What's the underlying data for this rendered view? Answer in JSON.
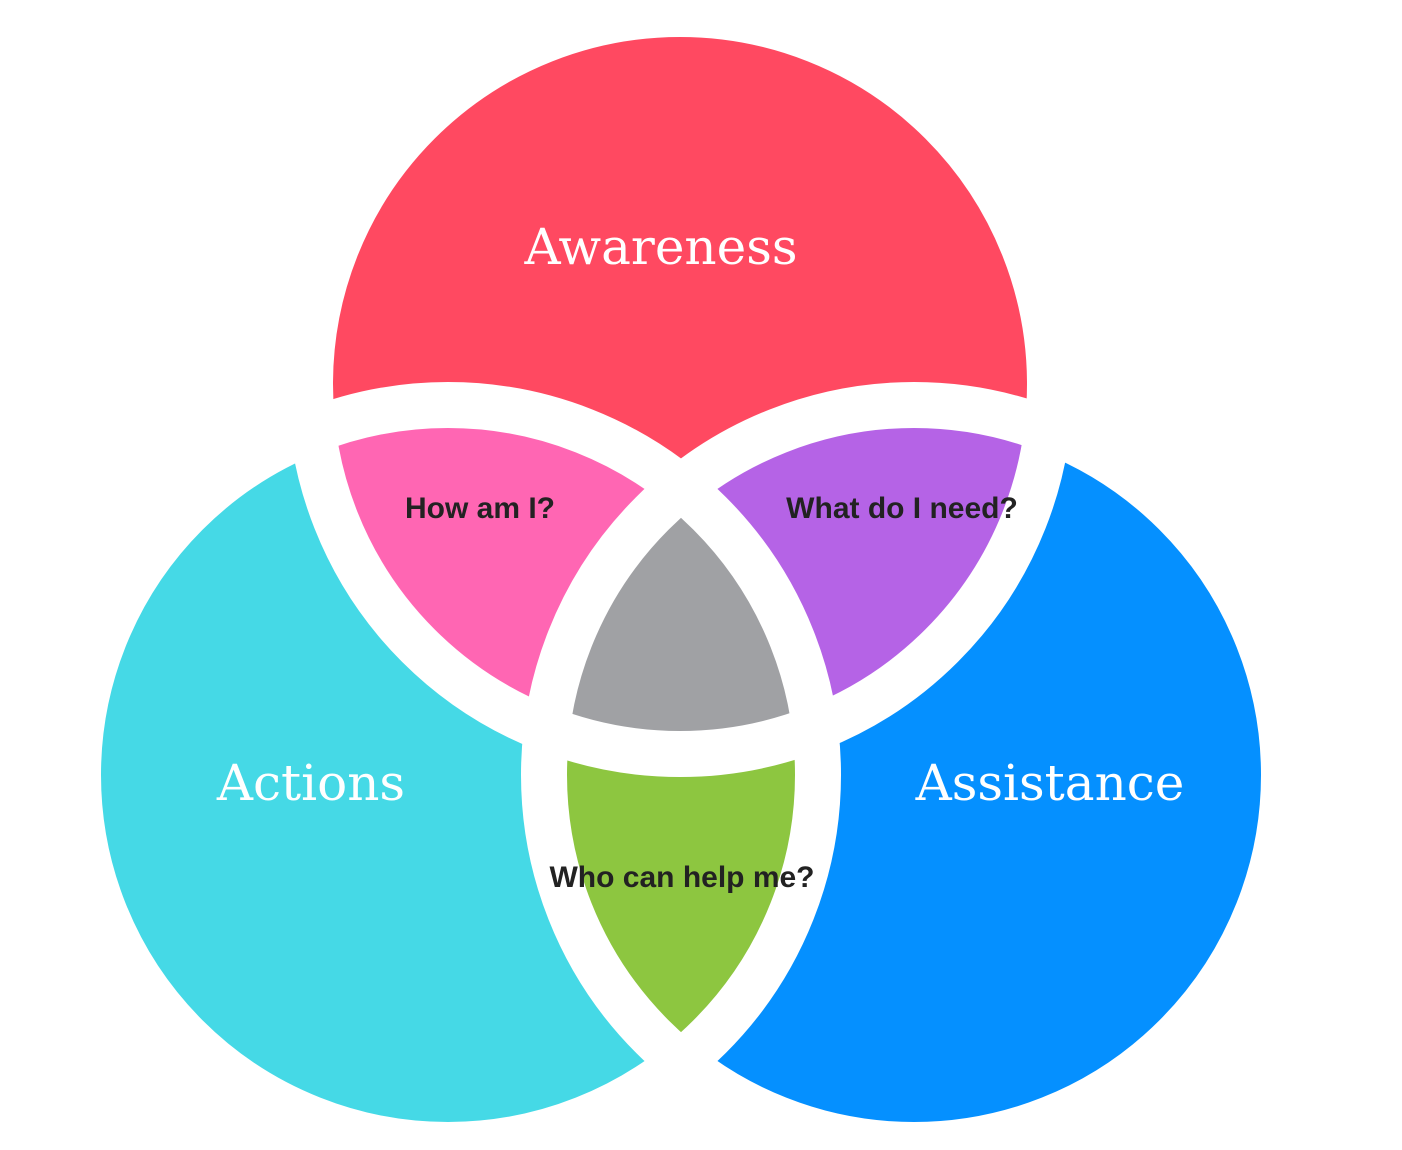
{
  "sets": {
    "awareness": {
      "label": "Awareness",
      "color": "#FF4961"
    },
    "actions": {
      "label": "Actions",
      "color": "#45D9E6"
    },
    "assistance": {
      "label": "Assistance",
      "color": "#0590FF"
    }
  },
  "intersections": {
    "awareness_actions": {
      "label": "How am I?",
      "color": "#FF66B3"
    },
    "awareness_assistance": {
      "label": "What do I need?",
      "color": "#B563E6"
    },
    "actions_assistance": {
      "label": "Who can help me?",
      "color": "#8DC640"
    },
    "center": {
      "label": "",
      "color": "#A0A1A4"
    }
  },
  "gap_color": "#FFFFFF"
}
